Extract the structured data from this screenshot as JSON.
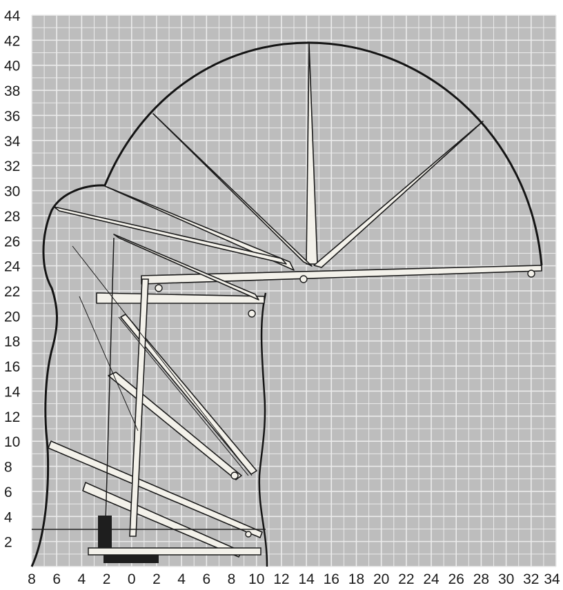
{
  "chart_data": {
    "type": "diagram",
    "title": "",
    "xlabel": "",
    "ylabel": "",
    "x_ticks": [
      "8",
      "6",
      "4",
      "2",
      "0",
      "2",
      "4",
      "6",
      "8",
      "10",
      "12",
      "14",
      "16",
      "18",
      "20",
      "22",
      "24",
      "26",
      "28",
      "30",
      "32",
      "34"
    ],
    "y_ticks": [
      "2",
      "4",
      "6",
      "8",
      "10",
      "12",
      "14",
      "16",
      "18",
      "20",
      "22",
      "24",
      "26",
      "28",
      "30",
      "32",
      "34",
      "36",
      "38",
      "40",
      "42",
      "44"
    ],
    "grid": true,
    "colors": {
      "grid_background": "#bdbdbd",
      "grid_line": "#ececec",
      "outline": "#141414",
      "boom_fill": "#f3f1ea",
      "counterweight": "#1e1e1e"
    }
  }
}
